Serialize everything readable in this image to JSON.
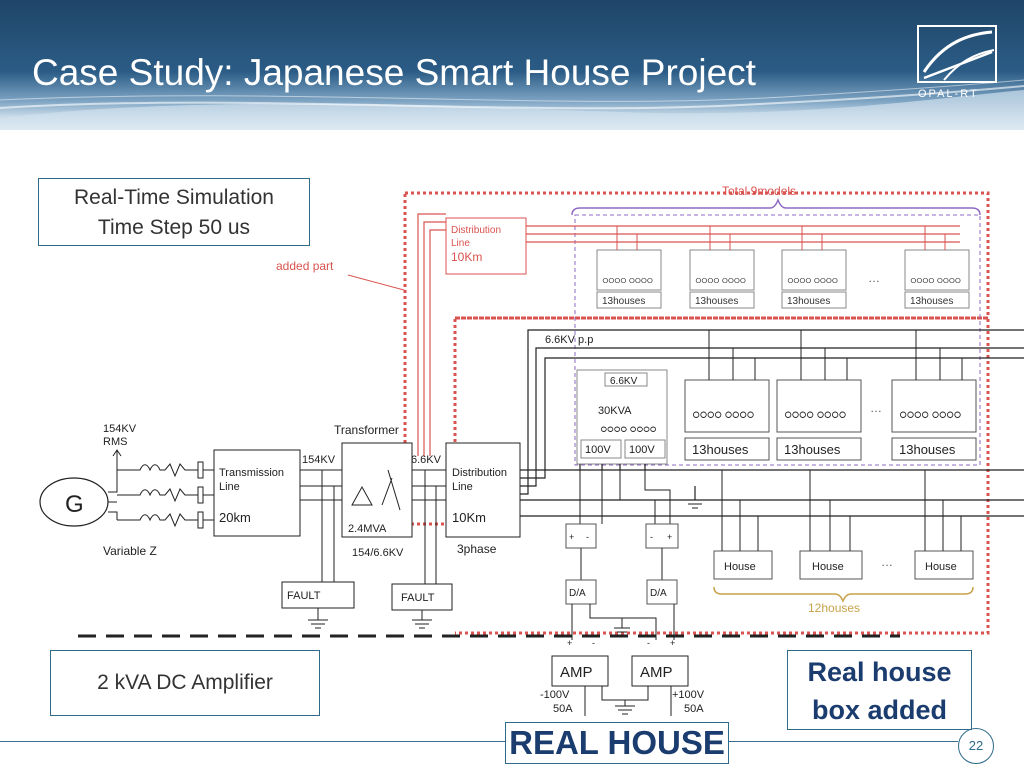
{
  "slide": {
    "title": "Case Study: Japanese Smart House Project",
    "logo_text": "OPAL-RT",
    "page_number": "22"
  },
  "boxes": {
    "sim_line1": "Real-Time Simulation",
    "sim_line2": "Time Step 50 us",
    "amplifier": "2 kVA DC Amplifier",
    "real_house_line1": "Real house",
    "real_house_line2": "box added",
    "real_house_label": "REAL HOUSE"
  },
  "diagram": {
    "added_part": "added part",
    "total_models": "Total 9models",
    "dist_line_top": [
      "Distribution",
      "Line",
      "10Km"
    ],
    "houses_small": "13houses",
    "houses_big": "13houses",
    "ellipsis": "…",
    "pp_label": "6.6KV p.p",
    "kv_66": "6.6KV",
    "kva_30": "30KVA",
    "v100a": "100V",
    "v100b": "100V",
    "house": "House",
    "twelve_houses": "12houses",
    "kv154_rms": [
      "154KV",
      "RMS"
    ],
    "generator": "G",
    "variable_z": "Variable Z",
    "transmission": [
      "Transmission",
      "Line",
      "20km"
    ],
    "kv154": "154KV",
    "transformer": "Transformer",
    "mva": "2.4MVA",
    "ratio": "154/6.6KV",
    "kv66_mid": "6.6KV",
    "distribution": [
      "Distribution",
      "Line",
      "10Km"
    ],
    "three_phase": "3phase",
    "fault": "FAULT",
    "da": "D/A",
    "plus": "+",
    "minus": "-",
    "amp": "AMP",
    "neg_v": "-100V",
    "neg_a": "50A",
    "pos_v": "+100V",
    "pos_a": "50A"
  }
}
